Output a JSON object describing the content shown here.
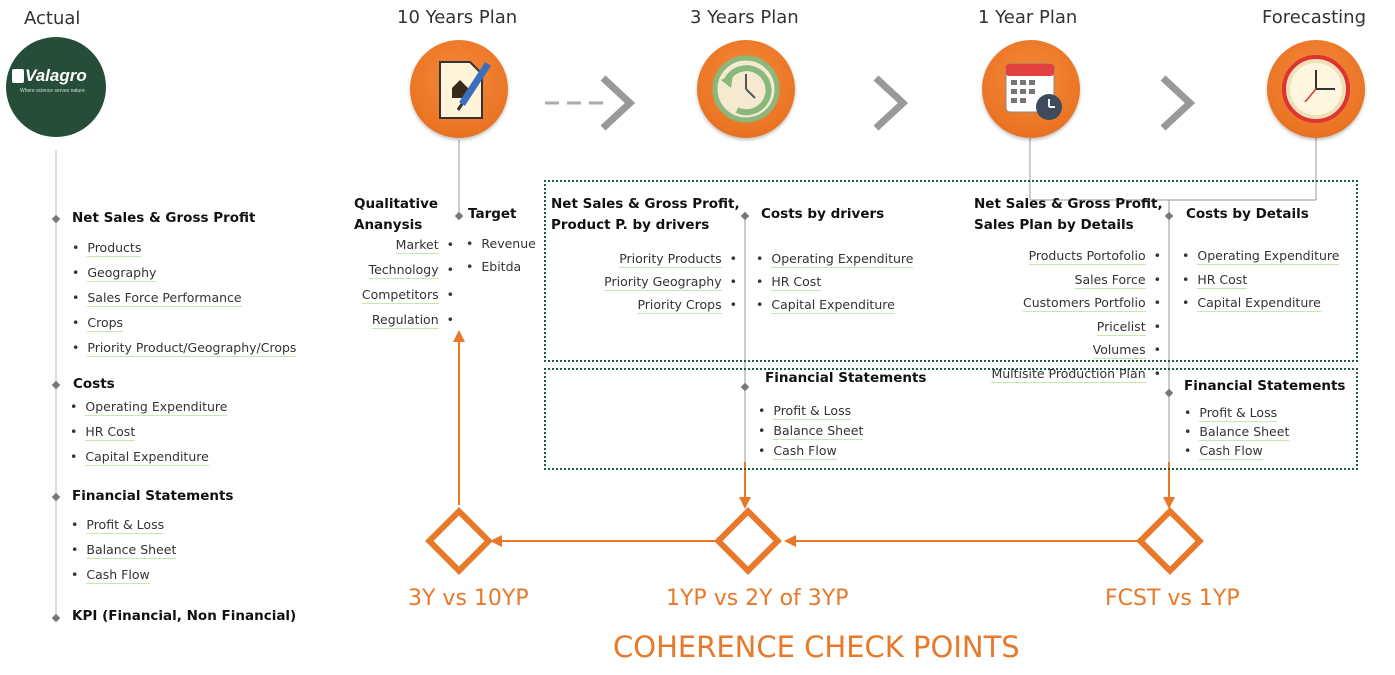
{
  "stages": {
    "actual": "Actual",
    "ten_year": "10 Years Plan",
    "three_year": "3 Years Plan",
    "one_year": "1 Year Plan",
    "forecasting": "Forecasting"
  },
  "logo": {
    "name": "Valagro",
    "tagline": "Where science serves nature"
  },
  "actual": {
    "groups": [
      {
        "title": "Net Sales & Gross Profit",
        "items": [
          "Products",
          "Geography",
          "Sales Force Performance",
          "Crops",
          "Priority Product/Geography/Crops"
        ]
      },
      {
        "title": "Costs",
        "items": [
          "Operating Expenditure",
          "HR Cost",
          "Capital Expenditure"
        ]
      },
      {
        "title": "Financial Statements",
        "items": [
          "Profit & Loss",
          "Balance Sheet",
          "Cash Flow"
        ]
      },
      {
        "title": "KPI (Financial, Non Financial)",
        "items": []
      }
    ]
  },
  "ten_year": {
    "qualitative": {
      "title_line1": "Qualitative",
      "title_line2": "Ananysis",
      "items": [
        "Market",
        "Technology",
        "Competitors",
        "Regulation"
      ]
    },
    "target": {
      "title": "Target",
      "items": [
        "Revenue",
        "Ebitda"
      ]
    }
  },
  "three_year": {
    "sales": {
      "title_line1": "Net Sales & Gross Profit,",
      "title_line2": "Product P. by drivers",
      "items": [
        "Priority Products",
        "Priority Geography",
        "Priority Crops"
      ]
    },
    "costs": {
      "title": "Costs by drivers",
      "items": [
        "Operating Expenditure",
        "HR Cost",
        "Capital Expenditure"
      ]
    },
    "financial": {
      "title": "Financial Statements",
      "items": [
        "Profit & Loss",
        "Balance Sheet",
        "Cash Flow"
      ]
    }
  },
  "one_year": {
    "sales": {
      "title_line1": "Net Sales & Gross Profit,",
      "title_line2": "Sales Plan by Details",
      "items": [
        "Products Portofolio",
        "Sales Force",
        "Customers Portfolio",
        "Pricelist",
        "Volumes",
        "Multisite Production Plan"
      ]
    },
    "costs": {
      "title": "Costs by Details",
      "items": [
        "Operating Expenditure",
        "HR Cost",
        "Capital Expenditure"
      ]
    },
    "financial": {
      "title": "Financial Statements",
      "items": [
        "Profit & Loss",
        "Balance Sheet",
        "Cash Flow"
      ]
    }
  },
  "checkpoints": {
    "cp1": "3Y vs 10YP",
    "cp2": "1YP vs 2Y of 3YP",
    "cp3": "FCST vs 1YP",
    "title": "COHERENCE CHECK POINTS"
  },
  "colors": {
    "accent": "#e8782a",
    "box_border": "#1f5b46",
    "logo_bg": "#254d3a",
    "underline": "#c8e6b0"
  }
}
